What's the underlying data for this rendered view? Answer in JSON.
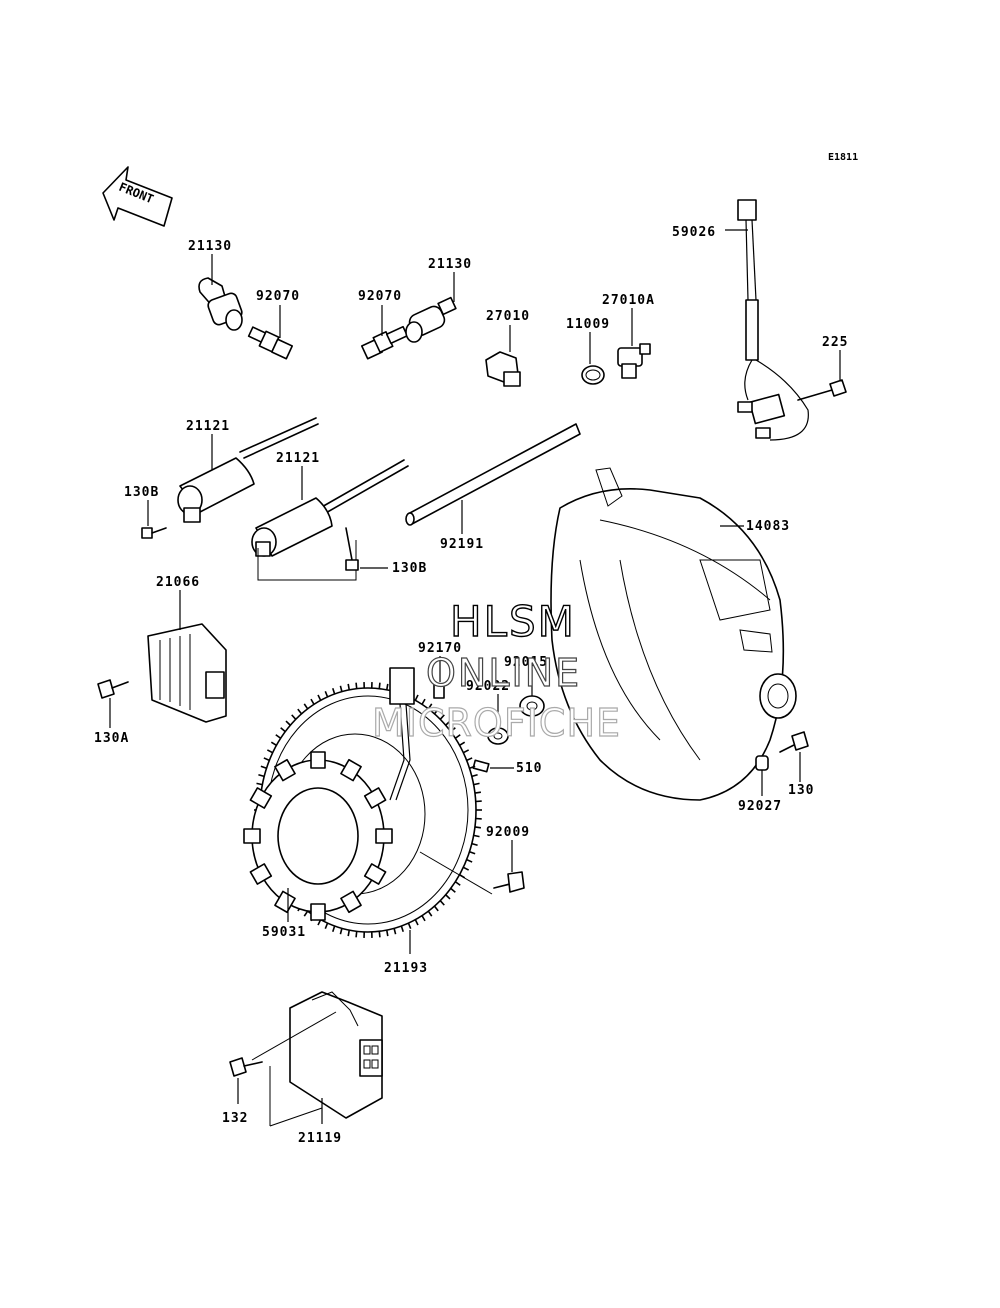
{
  "diagram": {
    "code": "E1811",
    "front_label": "FRONT",
    "watermark": {
      "line1": "HLSM",
      "line2": "ONLINE",
      "line3": "MICROFICHE"
    },
    "callouts": {
      "c21130_a": "21130",
      "c92070_a": "92070",
      "c92070_b": "92070",
      "c21130_b": "21130",
      "c27010": "27010",
      "c11009": "11009",
      "c27010A": "27010A",
      "c59026": "59026",
      "c225": "225",
      "c21121_a": "21121",
      "c21121_b": "21121",
      "c130B_a": "130B",
      "c130B_b": "130B",
      "c92191": "92191",
      "c14083": "14083",
      "c21066": "21066",
      "c130A": "130A",
      "c92170": "92170",
      "c92015": "92015",
      "c92022": "92022",
      "c510": "510",
      "c130": "130",
      "c92027": "92027",
      "c92009": "92009",
      "c59031": "59031",
      "c21193": "21193",
      "c132": "132",
      "c21119": "21119"
    }
  }
}
